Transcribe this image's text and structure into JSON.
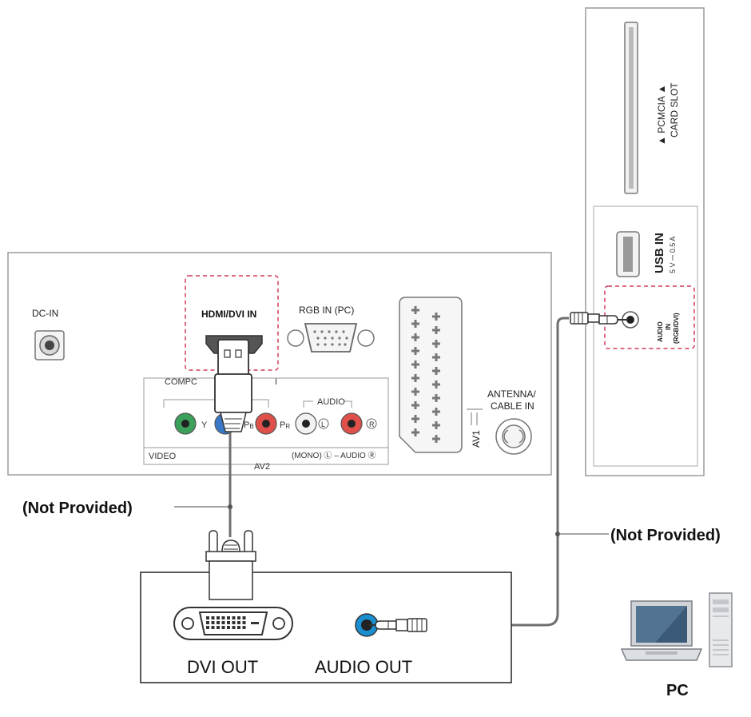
{
  "colors": {
    "panel_stroke": "#9a9a9a",
    "cable": "#6f6f6f",
    "highlight": "#d23a5a",
    "jack_green": "#3aa05a",
    "jack_blue": "#3a78c8",
    "jack_red": "#e0504a",
    "jack_white": "#f2f2f2",
    "audio_out_blue": "#1a8fd0"
  },
  "tv_rear_panel": {
    "dc_in": "DC-IN",
    "hdmi_dvi_in": "HDMI/DVI IN",
    "rgb_in_pc": "RGB IN (PC)",
    "component_partial": "COMPC",
    "component_partial_right": "I",
    "y": "Y",
    "pb": "P",
    "pb_sub": "B",
    "pr": "P",
    "pr_sub": "R",
    "audio": "AUDIO",
    "audio_left": "L",
    "audio_right": "R",
    "video": "VIDEO",
    "av2": "AV2",
    "mono_audio_line": "(MONO) Ⓛ – AUDIO Ⓡ",
    "av1": "AV1",
    "antenna_line1": "ANTENNA/",
    "antenna_line2": "CABLE IN"
  },
  "tv_side_panel": {
    "pcmcia_line1": "▲ PCMCIA ▲",
    "pcmcia_line2": "CARD SLOT",
    "usb_in": "USB IN",
    "usb_power": "5 V ⎓ 0.5 A",
    "audio_in_line1": "AUDIO",
    "audio_in_line2": "IN",
    "audio_in_line3": "(RGB/DVI)"
  },
  "callouts": {
    "left_not_provided": "(Not Provided)",
    "right_not_provided": "(Not Provided)"
  },
  "pc_panel": {
    "dvi_out": "DVI OUT",
    "audio_out": "AUDIO OUT"
  },
  "pc_label": "PC",
  "icons": [
    "hdmi-plug-icon",
    "dvi-plug-icon",
    "audio-plug-icon",
    "laptop-icon",
    "desktop-tower-icon",
    "scart-connector-icon",
    "antenna-jack-icon",
    "usb-port-icon"
  ]
}
